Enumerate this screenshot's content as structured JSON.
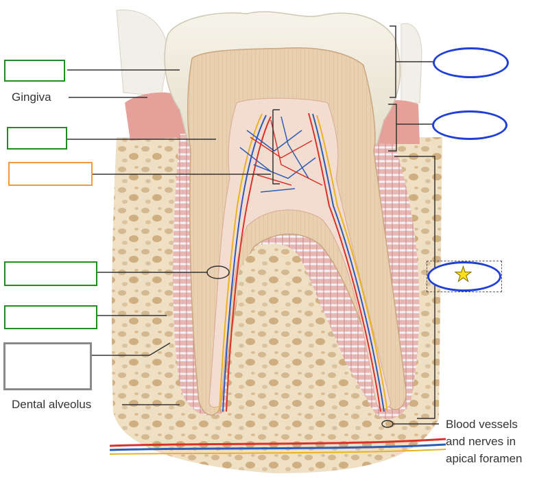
{
  "labels": {
    "gingiva": "Gingiva",
    "dental_alveolus": "Dental alveolus",
    "blood_vessels_line1": "Blood vessels",
    "blood_vessels_line2": "and nerves in",
    "blood_vessels_line3": "apical foramen"
  },
  "icons": {
    "star": "star-icon"
  },
  "colors": {
    "green_box": "#1e8c1e",
    "orange_box": "#f39a3c",
    "gray_box": "#8a8a8a",
    "blue_oval": "#1f3fd6",
    "star_fill": "#ffe01a",
    "enamel": "#ece7d7",
    "dentin": "#e7ccaa",
    "pulp": "#f3ddd0",
    "bone": "#efe0c4",
    "bone_pores": "#cfb48c",
    "artery": "#d8322a",
    "vein": "#2b5bb5",
    "nerve": "#e8b223",
    "gum": "#e6a09a"
  }
}
